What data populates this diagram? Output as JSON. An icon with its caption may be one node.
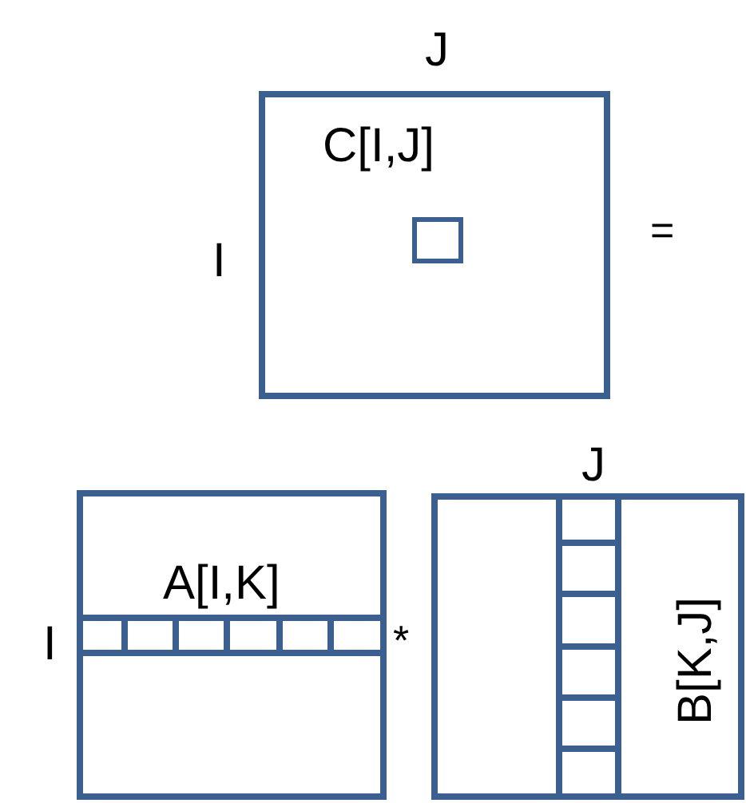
{
  "diagram": {
    "nodes": [
      {
        "text": [
          "C[I,J]"
        ],
        "beside": [
          "J",
          "I"
        ]
      },
      {
        "text": [],
        "shape": "box",
        "in": 0
      },
      {
        "text": [
          "A[I,K]"
        ],
        "beside": [
          "I"
        ]
      },
      {
        "text": [
          "B[K,J]"
        ],
        "beside": [
          "J"
        ]
      }
    ],
    "labels": [
      "=",
      "*"
    ]
  }
}
